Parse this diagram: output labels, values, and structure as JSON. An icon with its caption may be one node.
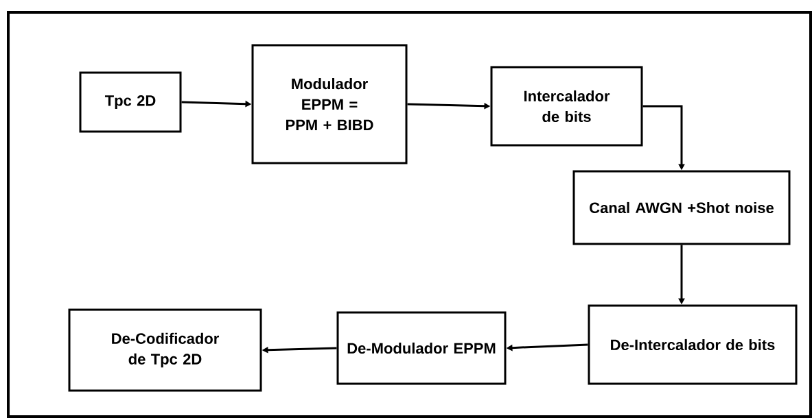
{
  "diagram": {
    "nodes": [
      {
        "text": [
          "Tpc 2D"
        ]
      },
      {
        "text": [
          "Modulador EPPM = PPM + BIBD"
        ]
      },
      {
        "text": [
          "Intercalador de bits"
        ]
      },
      {
        "text": [
          "Canal AWGN +Shot noise"
        ]
      },
      {
        "text": [
          "De-Intercalador de bits"
        ]
      },
      {
        "text": [
          "De-Modulador EPPM"
        ]
      },
      {
        "text": [
          "De-Codificador de Tpc 2D"
        ]
      }
    ],
    "edges": [
      {
        "from": 0,
        "to": 1,
        "arrow": "to"
      },
      {
        "from": 1,
        "to": 2,
        "arrow": "to"
      },
      {
        "from": 2,
        "to": 3,
        "arrow": "to"
      },
      {
        "from": 3,
        "to": 4,
        "arrow": "to"
      },
      {
        "from": 4,
        "to": 5,
        "arrow": "to"
      },
      {
        "from": 5,
        "to": 6,
        "arrow": "to"
      }
    ]
  }
}
